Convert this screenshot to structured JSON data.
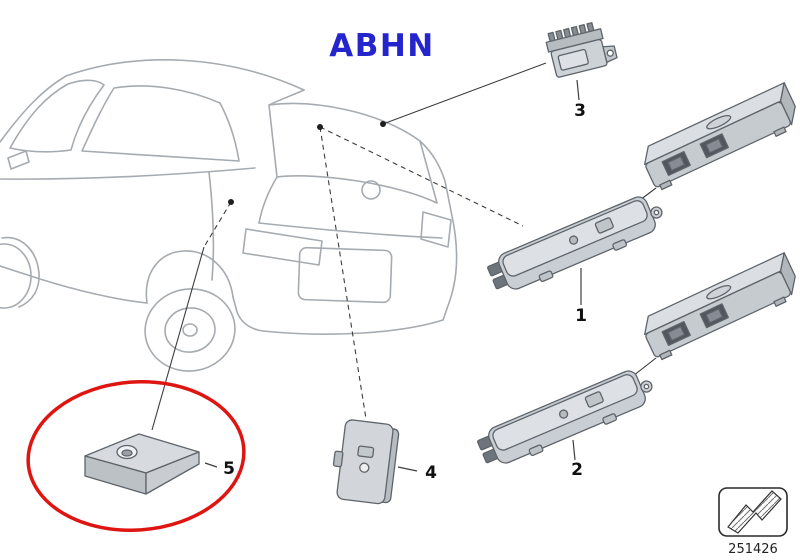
{
  "title": "ABHN",
  "diagram_number": "251426",
  "labels": {
    "p1": "1",
    "p2": "2",
    "p3": "3",
    "p4": "4",
    "p5": "5"
  },
  "highlight": {
    "circled_part_label": "5"
  },
  "colors": {
    "title_blue": "#2525cd",
    "highlight_red": "#de1511"
  },
  "icons": {
    "bottom_right_stamp": "fold-arrow-icon"
  }
}
